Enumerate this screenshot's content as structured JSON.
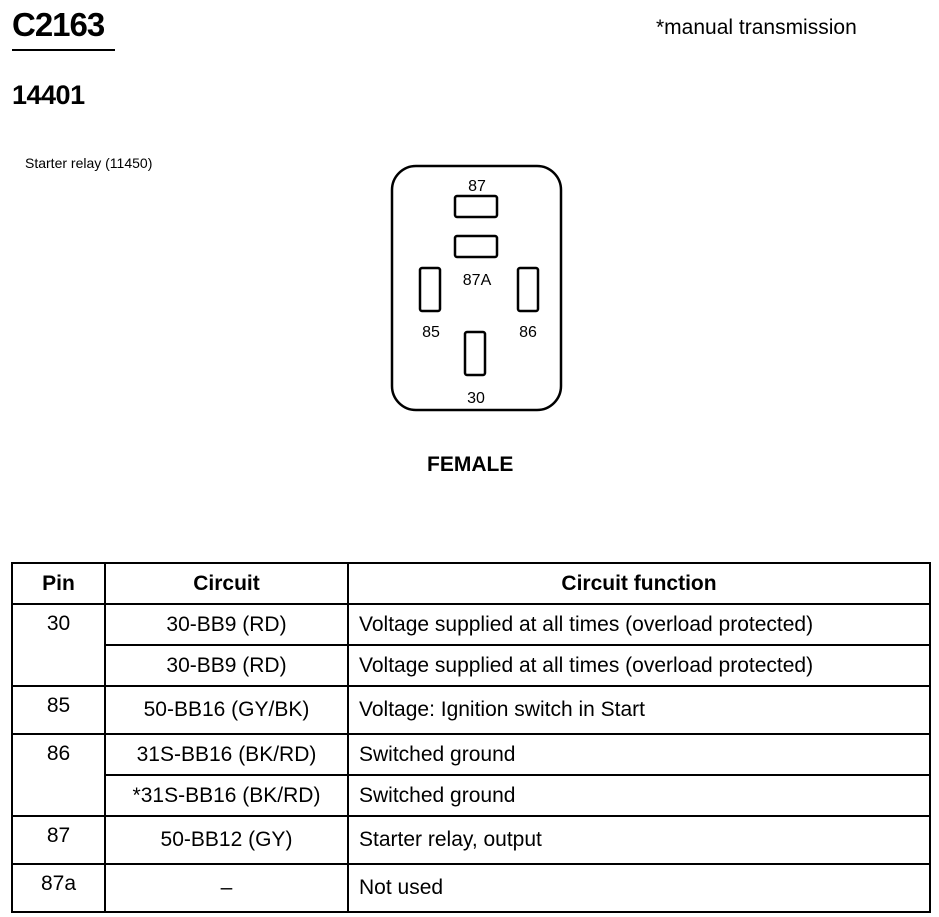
{
  "header": {
    "connector_id": "C2163",
    "part_number": "14401",
    "note": "*manual transmission",
    "component": "Starter relay (11450)"
  },
  "connector_face": {
    "pin_labels": [
      "87",
      "87A",
      "85",
      "86",
      "30"
    ],
    "gender": "FEMALE"
  },
  "table": {
    "headers": [
      "Pin",
      "Circuit",
      "Circuit function"
    ],
    "rows": [
      {
        "pin": "30",
        "circuit": "30-BB9 (RD)",
        "function": "Voltage supplied at all times (overload protected)"
      },
      {
        "pin": "",
        "circuit": "30-BB9 (RD)",
        "function": "Voltage supplied at all times (overload protected)"
      },
      {
        "pin": "85",
        "circuit": "50-BB16 (GY/BK)",
        "function": "Voltage: Ignition switch in Start"
      },
      {
        "pin": "86",
        "circuit": "31S-BB16 (BK/RD)",
        "function": "Switched ground"
      },
      {
        "pin": "",
        "circuit": "*31S-BB16 (BK/RD)",
        "function": "Switched ground"
      },
      {
        "pin": "87",
        "circuit": "50-BB12 (GY)",
        "function": "Starter relay, output"
      },
      {
        "pin": "87a",
        "circuit": "–",
        "function": "Not used"
      }
    ]
  }
}
